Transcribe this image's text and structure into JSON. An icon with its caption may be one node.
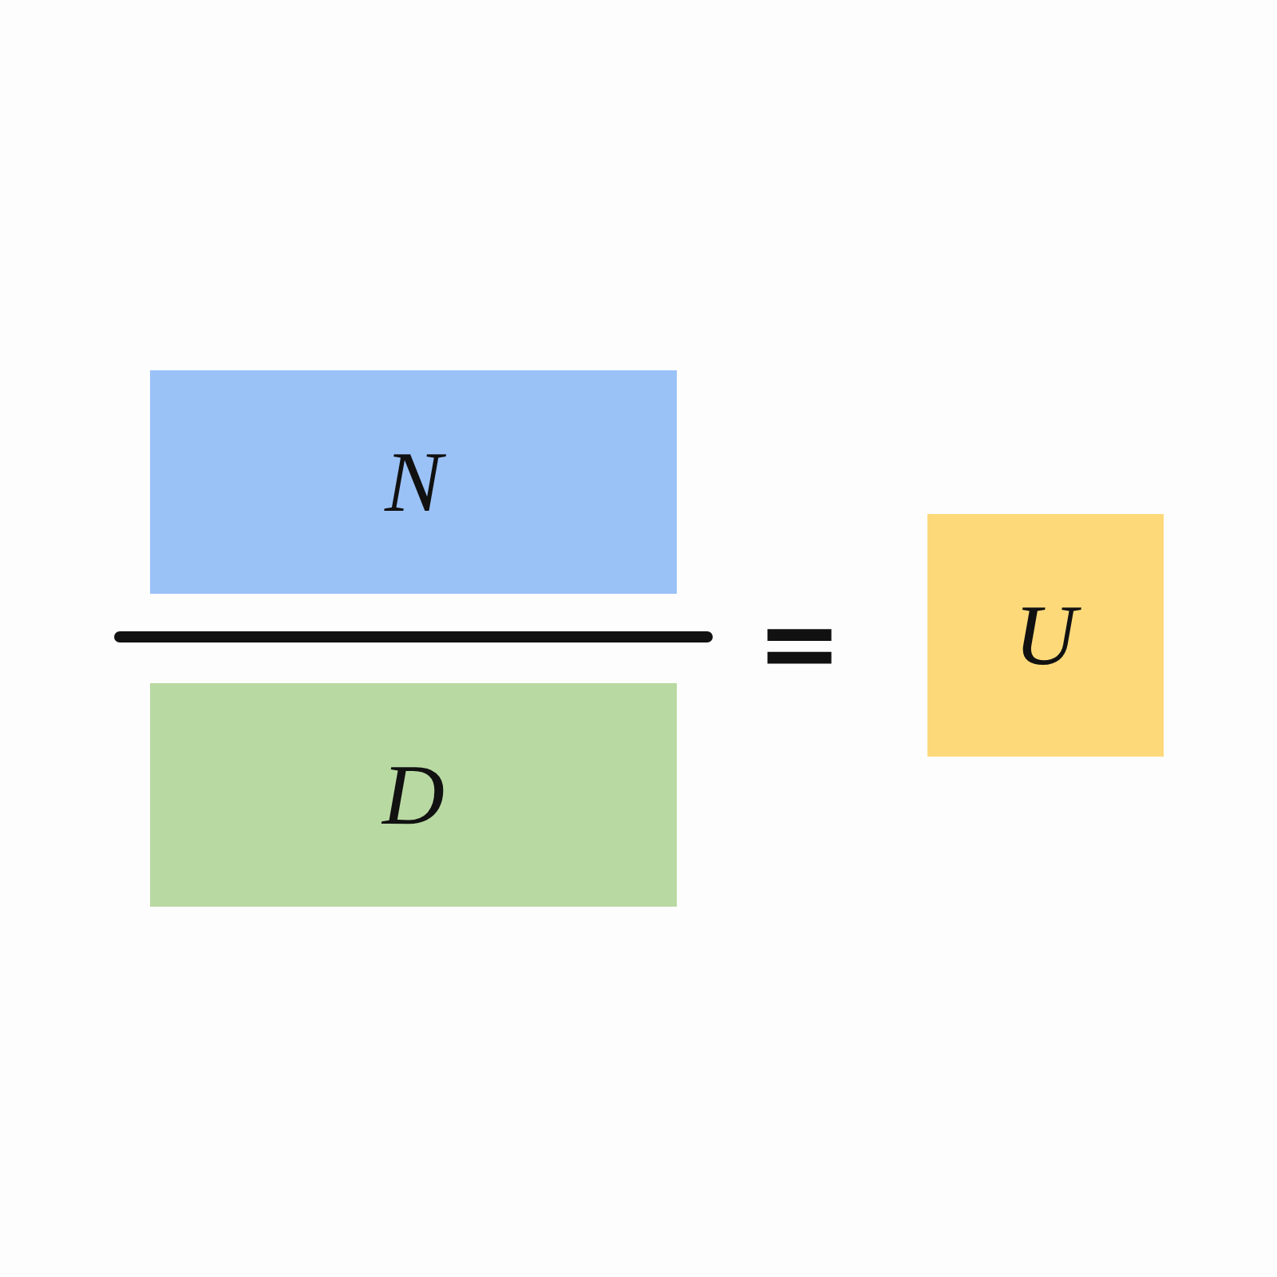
{
  "diagram": {
    "nodes": [
      {
        "text": [
          "N"
        ]
      },
      {
        "text": [
          "D"
        ]
      },
      {
        "text": [
          "U"
        ]
      }
    ],
    "edges": [],
    "labels": [
      "="
    ]
  }
}
